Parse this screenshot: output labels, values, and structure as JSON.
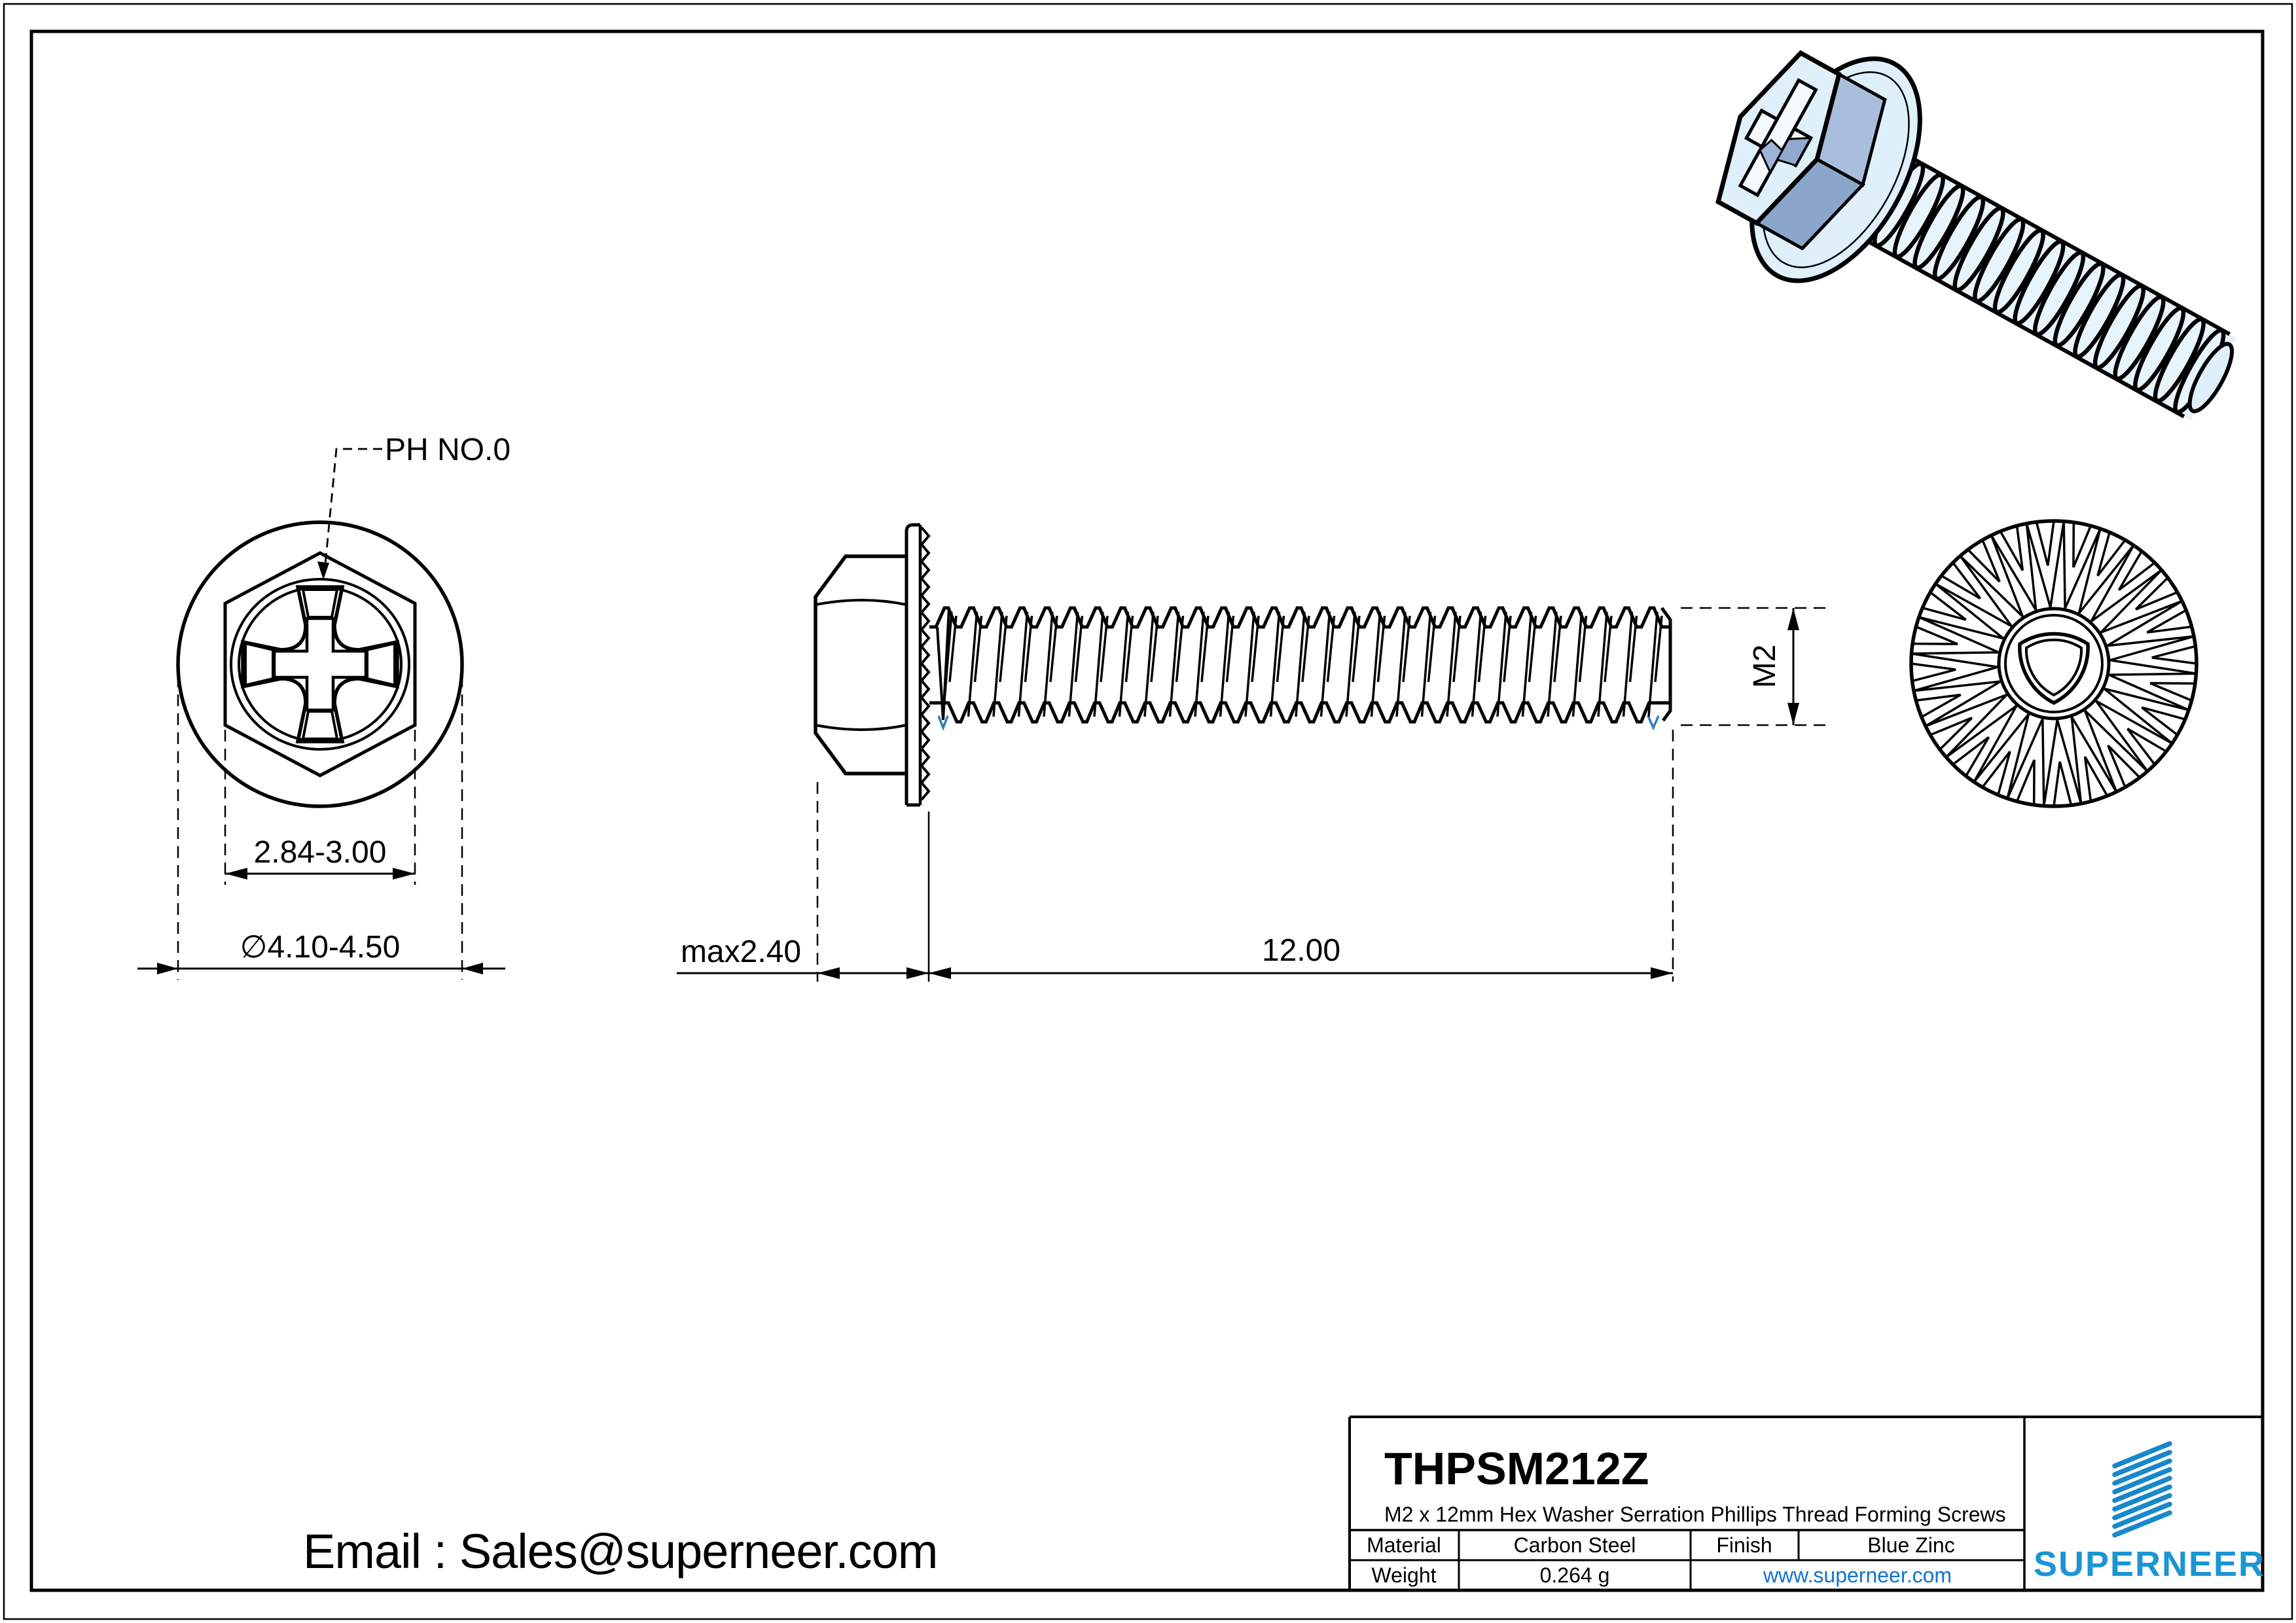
{
  "drawing": {
    "front_view": {
      "recess_label": "PH NO.0",
      "across_flats_dim": "2.84-3.00",
      "washer_dia_dim": "∅4.10-4.50"
    },
    "side_view": {
      "head_height_dim": "max2.40",
      "thread_length_dim": "12.00",
      "thread_size_dim": "M2"
    }
  },
  "footer": {
    "email": "Email : Sales@superneer.com"
  },
  "title_block": {
    "part_number": "THPSM212Z",
    "description": "M2 x 12mm Hex Washer Serration Phillips Thread Forming  Screws",
    "material_label": "Material",
    "material_value": "Carbon Steel",
    "finish_label": "Finish",
    "finish_value": "Blue Zinc",
    "weight_label": "Weight",
    "weight_value": "0.264 g",
    "website": "www.superneer.com",
    "brand": "SUPERNEER",
    "brand_icon": "diagonal-stripes-logo-icon",
    "brand_color": "#1b95d3",
    "link_color": "#1173d0",
    "render_fill_color": "#dff0fa",
    "render_shade_color": "#8ba6cb"
  }
}
